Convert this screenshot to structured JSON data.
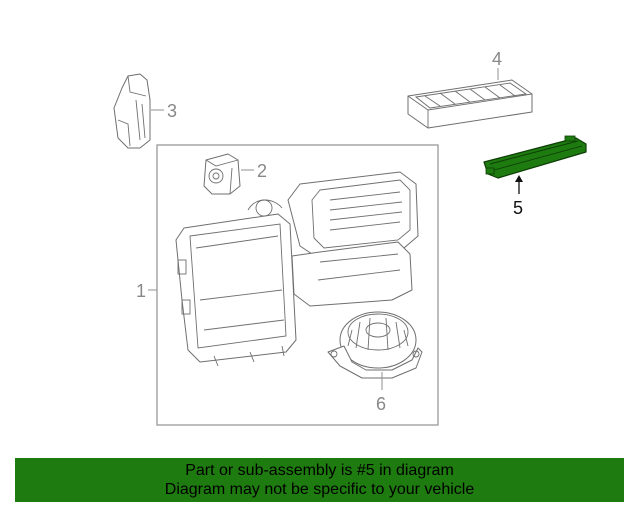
{
  "callouts": {
    "c1": "1",
    "c2": "2",
    "c3": "3",
    "c4": "4",
    "c5": "5",
    "c6": "6"
  },
  "highlight": {
    "part_number": "5",
    "color": "#1e7b0f"
  },
  "banner": {
    "line1": "Part or sub-assembly is #5 in diagram",
    "line2": "Diagram may not be specific to your vehicle",
    "background": "#1e7b0f"
  }
}
